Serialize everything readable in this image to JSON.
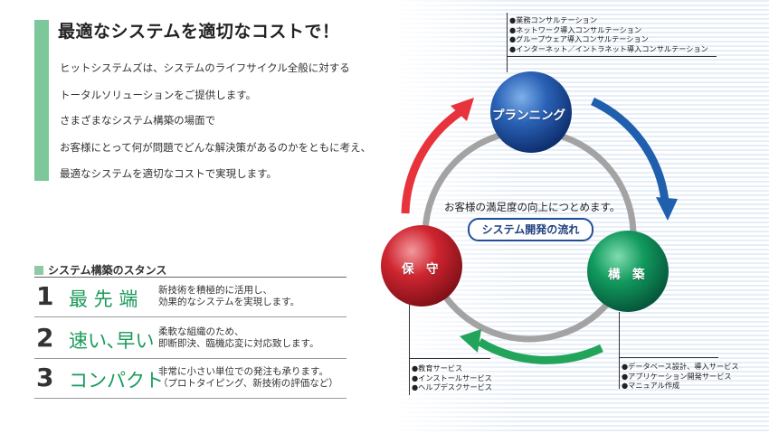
{
  "headline": "最適なシステムを適切なコストで！",
  "intro": [
    "ヒットシステムズは、システムのライフサイクル全般に対する",
    "トータルソリューションをご提供します。",
    "さまざまなシステム構築の場面で",
    "お客様にとって何が問題でどんな解決策があるのかをともに考え、",
    "最適なシステムを適切なコストで実現します。"
  ],
  "stance": {
    "title": "システム構築のスタンス",
    "items": [
      {
        "num": "1",
        "keyword": "最 先 端",
        "desc": [
          "新技術を積極的に活用し、",
          "効果的なシステムを実現します。"
        ]
      },
      {
        "num": "2",
        "keyword": "速い､早い",
        "desc": [
          "柔軟な組織のため、",
          "即断即決、臨機応変に対応致します。"
        ]
      },
      {
        "num": "3",
        "keyword": "コンパクト",
        "desc": [
          "非常に小さい単位での発注も承ります。",
          "（プロトタイピング、新技術の評価など）"
        ]
      }
    ]
  },
  "diagram": {
    "planning": {
      "label": "プランニング",
      "items": [
        "●業務コンサルテーション",
        "●ネットワーク導入コンサルテーション",
        "●グループウェア導入コンサルテーション",
        "●インターネット／イントラネット導入コンサルテーション"
      ]
    },
    "build": {
      "label": "構　築",
      "items": [
        "●データベース設計、導入サービス",
        "●アプリケーション開発サービス",
        "●マニュアル作成"
      ]
    },
    "maintenance": {
      "label": "保　守",
      "items": [
        "●教育サービス",
        "●インストールサービス",
        "●ヘルプデスクサービス"
      ]
    },
    "center_text": "お客様の満足度の向上につとめます。",
    "flow_label": "システム開発の流れ"
  },
  "colors": {
    "accent_green": "#1a9a5a",
    "planning_blue": "#1f4f9a",
    "build_green": "#128a55",
    "maintenance_red": "#c8202a",
    "arrow_red": "#e8323c",
    "arrow_blue": "#1f5fae",
    "arrow_green": "#22a55a"
  }
}
